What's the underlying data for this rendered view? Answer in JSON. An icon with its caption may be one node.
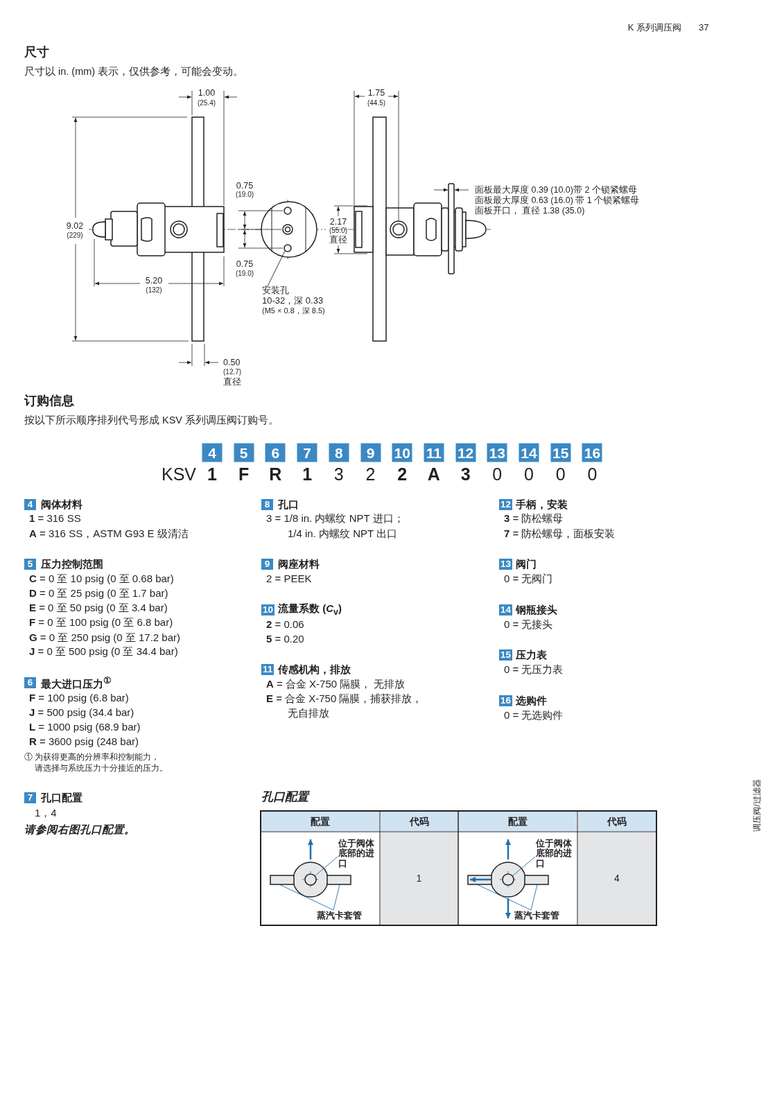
{
  "diagram": {
    "nodes": [
      {
        "text": [
          "安装孔",
          "10-32，深 0.33",
          "(M5 × 0.8，深 8.5)"
        ]
      },
      {
        "text": [],
        "shape": "circle"
      },
      {
        "text": [
          "位于阀体底部的进口"
        ]
      },
      {
        "text": [],
        "shape": "circle"
      },
      {
        "text": [
          "蒸汽卡套管"
        ]
      },
      {
        "text": [],
        "shape": "bar"
      },
      {
        "text": [],
        "shape": "bar"
      },
      {
        "text": [
          "位于阀体底部的进口"
        ]
      },
      {
        "text": [],
        "shape": "circle"
      },
      {
        "text": [
          "蒸汽卡套管"
        ]
      },
      {
        "text": [],
        "shape": "bar"
      },
      {
        "text": [],
        "shape": "bar"
      }
    ],
    "edges": [
      {
        "from": 0,
        "to": 1,
        "arrow": "none",
        "color": "#231f20"
      },
      {
        "from": 2,
        "to": 3,
        "arrow": "none"
      },
      {
        "from": 4,
        "to": 5,
        "arrow": "none"
      },
      {
        "from": 4,
        "to": 6,
        "arrow": "none"
      },
      {
        "from": 7,
        "to": 8,
        "arrow": "none"
      },
      {
        "from": 9,
        "to": 10,
        "arrow": "none"
      },
      {
        "from": 9,
        "to": 11,
        "arrow": "none"
      }
    ],
    "labels": [
      "K 系列调压阀",
      "37",
      "尺寸",
      "尺寸以 in. (mm) 表示，仅供参考，可能会变动。",
      "1.00",
      "(25.4)",
      "1.75",
      "(44.5)",
      "0.75",
      "(19.0)",
      "2.17",
      "(55.0)",
      "直径",
      "面板最大厚度 0.39 (10.0)带 2 个锁紧螺母",
      "面板最大厚度 0.63 (16.0) 带 1 个锁紧螺母",
      "面板开口， 直径 1.38 (35.0)",
      "9.02",
      "(229)",
      "0.75",
      "(19.0)",
      "5.20",
      "(132)",
      "0.50",
      "(12.7)",
      "直径",
      "订购信息",
      "按以下所示顺序排列代号形成 KSV 系列调压阀订购号。",
      "4",
      "5",
      "6",
      "7",
      "8",
      "9",
      "10",
      "11",
      "12",
      "13",
      "14",
      "15",
      "16",
      "KSV",
      "1",
      "F",
      "R",
      "1",
      "3",
      "2",
      "2",
      "A",
      "3",
      "0",
      "0",
      "0",
      "0",
      "4",
      "阀体材料",
      "**1** = 316 SS",
      "**A** = 316 SS，ASTM G93 E 级清洁",
      "5",
      "压力控制范围",
      "**C** = 0 至 10 psig (0 至 0.68 bar)",
      "**D** = 0 至 25 psig (0 至 1.7 bar)",
      "**E** = 0 至 50 psig (0 至 3.4 bar)",
      "**F** = 0 至 100 psig (0 至 6.8 bar)",
      "**G** = 0 至 250 psig (0 至 17.2 bar)",
      "**J** = 0 至 500 psig (0 至 34.4 bar)",
      "6",
      "最大进口压力$^{①}$",
      "**F** = 100 psig (6.8 bar)",
      "**J** = 500 psig (34.4 bar)",
      "**L** = 1000 psig (68.9 bar)",
      "**R** = 3600 psig (248 bar)",
      "① 为获得更高的分辨率和控制能力，",
      "请选择与系统压力十分接近的压力。",
      "7",
      "孔口配置",
      "1，4",
      "请参阅右图孔口配置。",
      "8",
      "孔口",
      "3 = 1/8 in. 内螺纹 NPT 进口；",
      "1/4 in. 内螺纹 NPT 出口",
      "9",
      "阀座材料",
      "2 = PEEK",
      "10",
      "流量系数 (*C*$_{v}$)",
      "**2** = 0.06",
      "**5** = 0.20",
      "11",
      "传感机构，排放",
      "**A** = 合金 X-750 隔膜， 无排放",
      "**E** = 合金 X-750 隔膜，捕获排放，",
      "无自排放",
      "12",
      "手柄，安装",
      "**3** = 防松螺母",
      "**7** = 防松螺母，面板安装",
      "13",
      "阀门",
      "0 = 无阀门",
      "14",
      "钢瓶接头",
      "0 = 无接头",
      "15",
      "压力表",
      "0 = 无压力表",
      "16",
      "选购件",
      "0 = 无选购件",
      "孔口配置",
      "配置",
      "代码",
      "配置",
      "代码",
      "1",
      "4",
      "调压阀/过滤器"
    ]
  }
}
